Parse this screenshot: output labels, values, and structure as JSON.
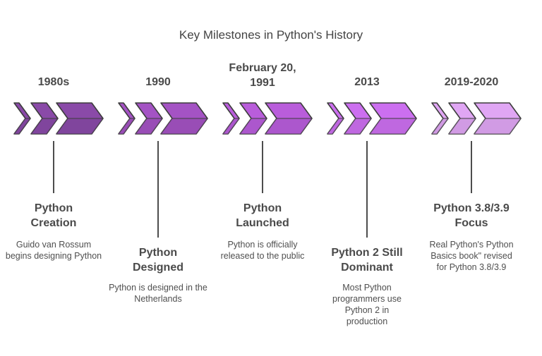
{
  "title": "Key Milestones in Python's History",
  "milestones": [
    {
      "date": "1980s",
      "heading": "Python Creation",
      "description": "Guido van Rossum begins designing Python",
      "color": "#8a4aa8"
    },
    {
      "date": "1990",
      "heading": "Python Designed",
      "description": "Python is designed in the Netherlands",
      "color": "#a453c4"
    },
    {
      "date": "February 20, 1991",
      "heading": "Python Launched",
      "description": "Python is officially released to the public",
      "color": "#b95ddb"
    },
    {
      "date": "2013",
      "heading": "Python 2 Still Dominant",
      "description": "Most Python programmers use Python 2 in production",
      "color": "#cc6ff0"
    },
    {
      "date": "2019-2020",
      "heading": "Python 3.8/3.9 Focus",
      "description": "Real Python's Python Basics book\" revised for Python 3.8/3.9",
      "color": "#e0a6f4"
    }
  ]
}
